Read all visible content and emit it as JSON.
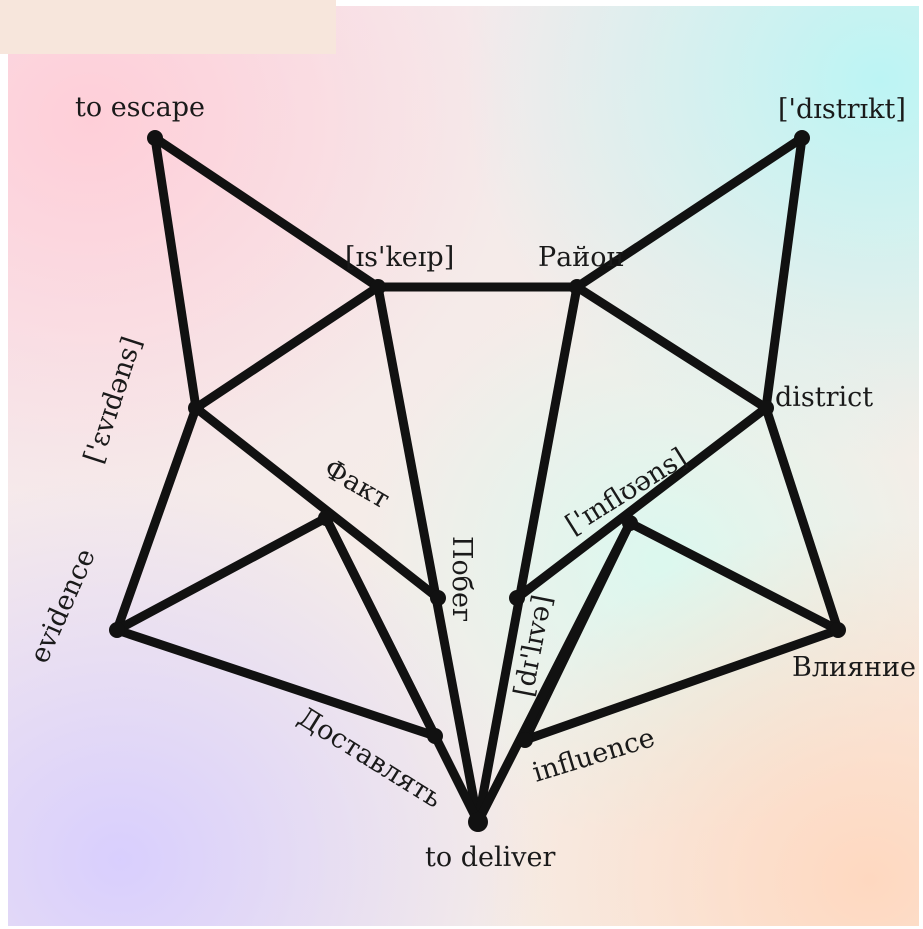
{
  "diagram": {
    "theme_colors": {
      "line": "#111111",
      "text": "#1a1a1a"
    },
    "nodes": [
      {
        "id": "ear-left-tip",
        "label": "to escape"
      },
      {
        "id": "ear-right-tip",
        "label": "['dɪstrɪkt]"
      },
      {
        "id": "brow-left",
        "label": "[ɪs'keɪp]"
      },
      {
        "id": "brow-right",
        "label": "Район"
      },
      {
        "id": "cheek-left",
        "label": "['ɛvɪdəns]"
      },
      {
        "id": "cheek-right",
        "label": "district"
      },
      {
        "id": "eye-left",
        "label": "Факт"
      },
      {
        "id": "nose-left",
        "label": "Побег"
      },
      {
        "id": "nose-right",
        "label": "[dɪ'lɪvə]"
      },
      {
        "id": "eye-right",
        "label": "['ɪnflʊəns]"
      },
      {
        "id": "jaw-left",
        "label": "evidence"
      },
      {
        "id": "jaw-right",
        "label": "Влияние"
      },
      {
        "id": "mouth-left",
        "label": "Доставлять"
      },
      {
        "id": "mouth-right",
        "label": "influence"
      },
      {
        "id": "chin",
        "label": "to deliver"
      }
    ]
  }
}
